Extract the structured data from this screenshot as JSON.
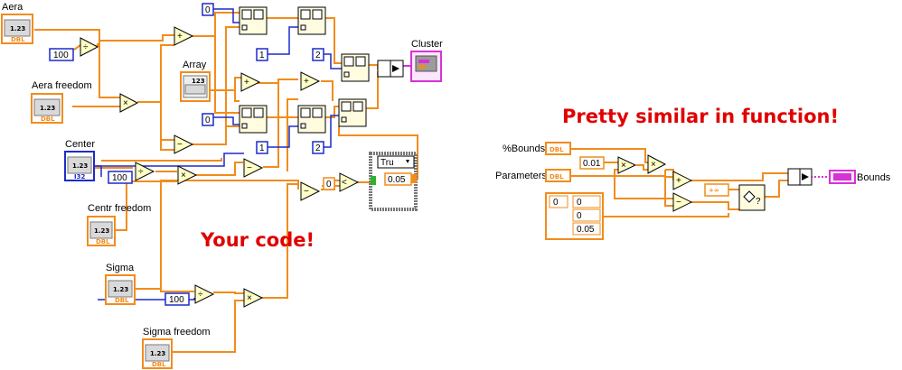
{
  "annotations": {
    "left": "Your code!",
    "right": "Pretty similar in function!"
  },
  "left_diagram": {
    "controls": [
      {
        "label": "Aera",
        "type": "DBL",
        "display": "1.23"
      },
      {
        "label": "Aera freedom",
        "type": "DBL",
        "display": "1.23"
      },
      {
        "label": "Center",
        "type": "I32",
        "display": "1.23"
      },
      {
        "label": "Centr freedom",
        "type": "DBL",
        "display": "1.23"
      },
      {
        "label": "Sigma",
        "type": "DBL",
        "display": "1.23"
      },
      {
        "label": "Sigma freedom",
        "type": "DBL",
        "display": "1.23"
      }
    ],
    "array_control": {
      "label": "Array",
      "display": "123"
    },
    "cluster_indicator": {
      "label": "Cluster"
    },
    "constants": {
      "c100a": "100",
      "c100b": "100",
      "c100c": "100",
      "idx0a": "0",
      "idx0b": "0",
      "idx1a": "1",
      "idx1b": "1",
      "idx2a": "2",
      "idx2b": "2",
      "cmp0": "0",
      "case_value": "0.05"
    },
    "case_structure": {
      "selector": "Tru"
    }
  },
  "right_diagram": {
    "inputs": [
      {
        "label": "%Bounds",
        "type": "DBL"
      },
      {
        "label": "Parameters",
        "type": "DBL"
      }
    ],
    "constants": {
      "factor": "0.01",
      "array_index": "0",
      "array_values": [
        "0",
        "0",
        "0.05"
      ],
      "inf": "+∞"
    },
    "output": {
      "label": "Bounds"
    }
  },
  "colors": {
    "double_wire": "#f28c1c",
    "integer_wire": "#1c2cc8",
    "cluster_wire": "#d633d6",
    "annotation": "#e00000"
  }
}
